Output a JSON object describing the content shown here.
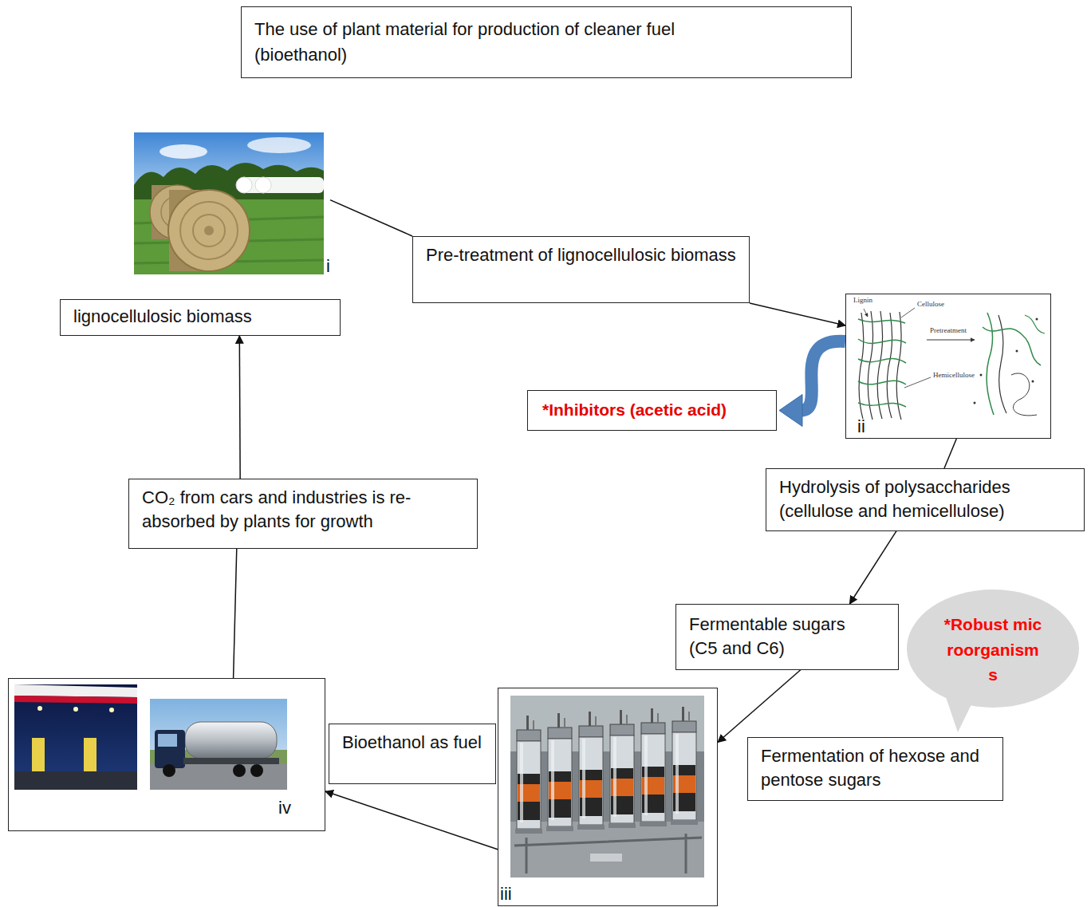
{
  "diagram": {
    "title": "The use of plant material for production of cleaner fuel (bioethanol)",
    "nodes": [
      {
        "text": [
          "i"
        ]
      },
      {
        "text": [
          "Pre-treatment of lignocellulosic biomass"
        ]
      },
      {
        "text": [
          "lignocellulosic biomass"
        ]
      },
      {
        "text": [
          "ii"
        ]
      },
      {
        "text": [
          "*Inhibitors (acetic acid)"
        ]
      },
      {
        "text": [
          "Hydrolysis of polysaccharides (cellulose and hemicellulose)"
        ]
      },
      {
        "text": [
          "CO₂ from cars and industries is re-absorbed by plants for growth"
        ]
      },
      {
        "text": [
          "Fermentable sugars (C5 and C6)"
        ]
      },
      {
        "text": [
          "*Robust microorganisms"
        ]
      },
      {
        "text": [
          "iv"
        ]
      },
      {
        "text": [
          "Bioethanol as fuel"
        ]
      },
      {
        "text": [
          "iii"
        ]
      },
      {
        "text": [
          "Fermentation of hexose and pentose sugars"
        ]
      }
    ],
    "edges": [
      {
        "from": 0,
        "to": 1,
        "arrow": "none"
      },
      {
        "from": 1,
        "to": 3,
        "arrow": "to"
      },
      {
        "from": 3,
        "to": 4,
        "arrow": "to"
      },
      {
        "from": 3,
        "to": 5,
        "arrow": "none"
      },
      {
        "from": 5,
        "to": 7,
        "arrow": "to"
      },
      {
        "from": 7,
        "to": 11,
        "arrow": "to"
      },
      {
        "from": 11,
        "to": 9,
        "arrow": "to"
      },
      {
        "from": 9,
        "to": 6,
        "arrow": "none"
      },
      {
        "from": 6,
        "to": 2,
        "arrow": "to"
      }
    ],
    "labels": [
      "Lignin",
      "Cellulose",
      "Pretreatment",
      "Hemicellulose"
    ]
  }
}
